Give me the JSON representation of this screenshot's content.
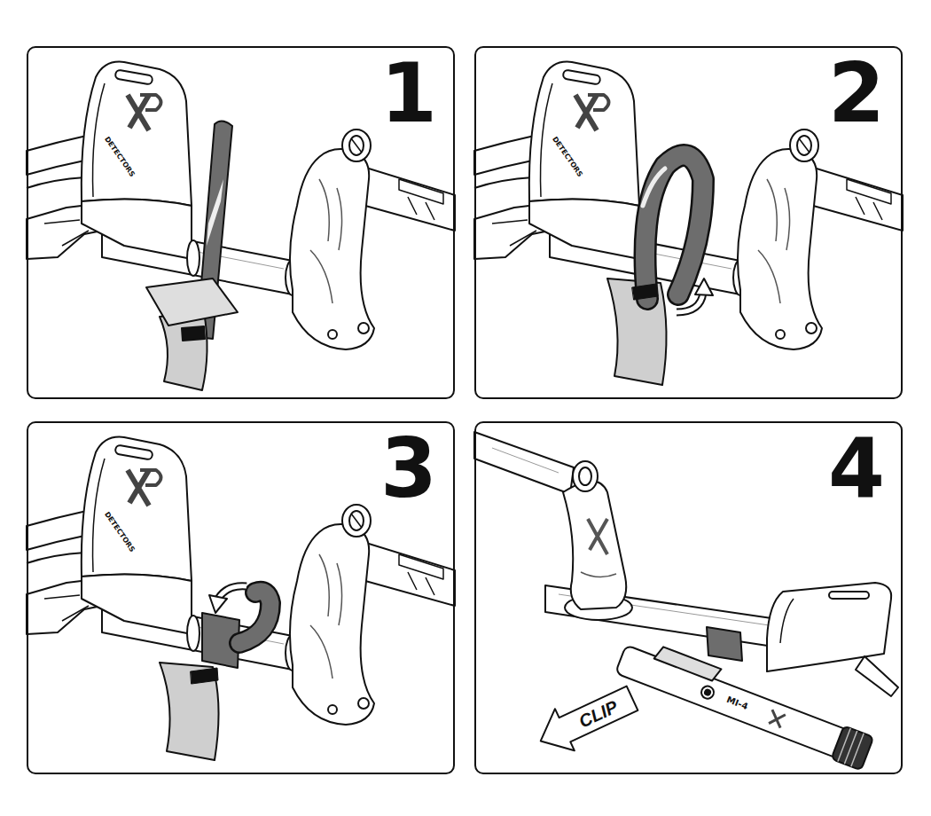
{
  "diagram": {
    "nodes": [
      {
        "text": [
          "1"
        ]
      },
      {
        "text": [
          "2"
        ]
      },
      {
        "text": [
          "3"
        ]
      },
      {
        "text": [
          "4"
        ]
      }
    ],
    "labels": [
      "DETECTORS",
      "DETECTORS",
      "DETECTORS",
      "MI-4",
      "CLIP"
    ]
  }
}
